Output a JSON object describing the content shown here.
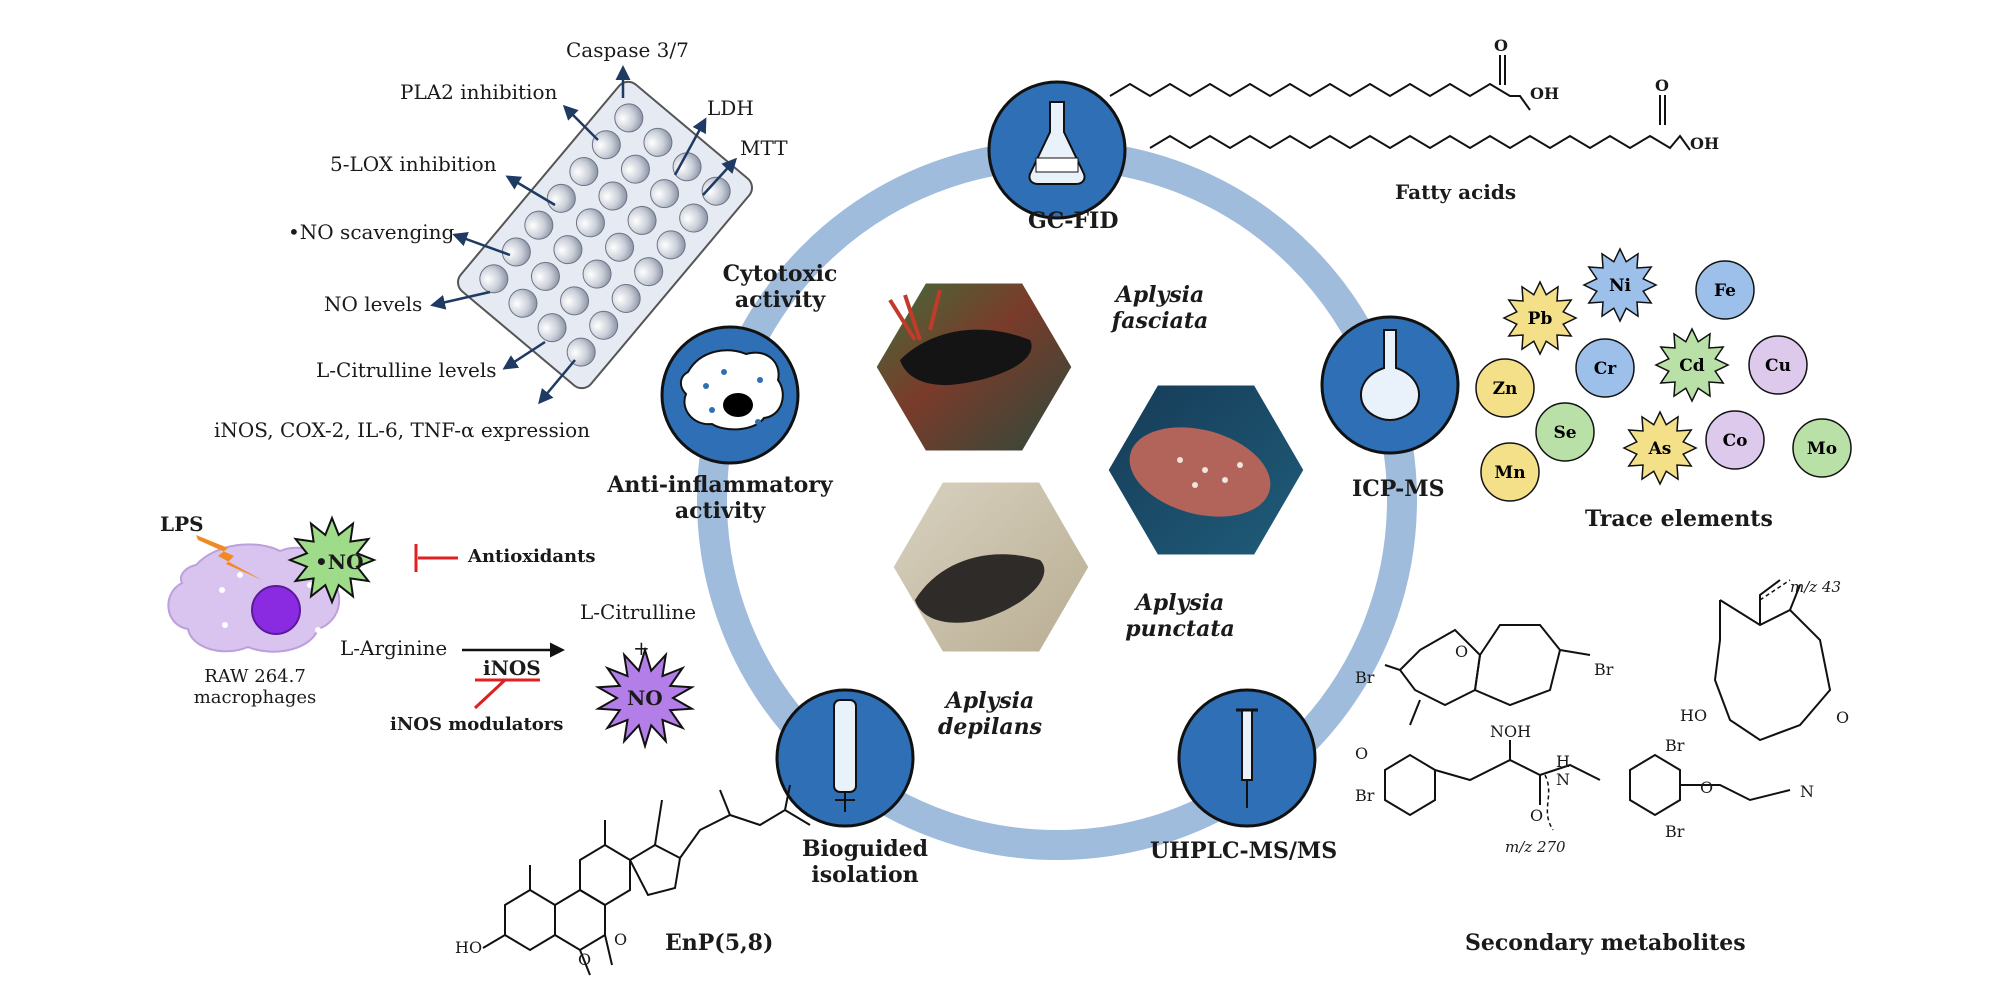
{
  "colors": {
    "ring": "#9fbcdc",
    "circle_fill": "#2e6fb5",
    "circle_stroke": "#111111",
    "arrow_navy": "#1f3a63",
    "inhibit_red": "#e02020",
    "elem_yellow": "#f5e08a",
    "elem_blue": "#9cc0ea",
    "elem_green": "#b9e0a6",
    "elem_purple": "#dcc9ec",
    "no_green": "#9fdc8a",
    "no_purple": "#b47ee8",
    "lps_orange": "#f08a24"
  },
  "center": {
    "species": [
      {
        "line1": "Aplysia",
        "line2": "fasciata"
      },
      {
        "line1": "Aplysia",
        "line2": "punctata"
      },
      {
        "line1": "Aplysia",
        "line2": "depilans"
      }
    ]
  },
  "methods": {
    "gcfid": "GC-FID",
    "icpms": "ICP-MS",
    "uhplc": "UHPLC-MS/MS",
    "bioguided_1": "Bioguided",
    "bioguided_2": "isolation",
    "antiinflam_1": "Anti-inflammatory",
    "antiinflam_2": "activity",
    "cytotoxic_1": "Cytotoxic",
    "cytotoxic_2": "activity"
  },
  "cytotoxic_assays": [
    "Caspase 3/7",
    "PLA2 inhibition",
    "LDH",
    "MTT",
    "5-LOX inhibition",
    "NO scavenging",
    "NO levels",
    "L-Citrulline levels",
    "iNOS, COX-2, IL-6, TNF-α expression"
  ],
  "no_scavenging_dot": "•",
  "inflammation": {
    "lps": "LPS",
    "no_radical": "•NO",
    "antioxidants": "Antioxidants",
    "cell_line_1": "RAW 264.7",
    "cell_line_2": "macrophages",
    "arginine": "L-Arginine",
    "citrulline": "L-Citrulline",
    "plus": "+",
    "enzyme": "iNOS",
    "modulators": "iNOS modulators",
    "no_product": "NO"
  },
  "fatty_acids": {
    "title": "Fatty acids",
    "o": "O",
    "oh": "OH"
  },
  "trace_elements": {
    "title": "Trace elements",
    "items": [
      {
        "symbol": "Pb",
        "shape": "star",
        "color": "yellow"
      },
      {
        "symbol": "Ni",
        "shape": "star",
        "color": "blue"
      },
      {
        "symbol": "Fe",
        "shape": "circle",
        "color": "blue"
      },
      {
        "symbol": "Cr",
        "shape": "circle",
        "color": "blue"
      },
      {
        "symbol": "Cd",
        "shape": "star",
        "color": "green"
      },
      {
        "symbol": "Cu",
        "shape": "circle",
        "color": "purple"
      },
      {
        "symbol": "Zn",
        "shape": "circle",
        "color": "yellow"
      },
      {
        "symbol": "Se",
        "shape": "circle",
        "color": "green"
      },
      {
        "symbol": "As",
        "shape": "star",
        "color": "yellow"
      },
      {
        "symbol": "Co",
        "shape": "circle",
        "color": "purple"
      },
      {
        "symbol": "Mo",
        "shape": "circle",
        "color": "green"
      },
      {
        "symbol": "Mn",
        "shape": "circle",
        "color": "yellow"
      }
    ]
  },
  "secondary": {
    "title": "Secondary metabolites",
    "br": "Br",
    "o": "O",
    "ho": "HO",
    "noh": "NOH",
    "h": "H",
    "n": "N",
    "mz43": "m/z 43",
    "mz270": "m/z 270"
  },
  "steroid": {
    "name": "EnP(5,8)",
    "ho": "HO",
    "o": "O"
  }
}
